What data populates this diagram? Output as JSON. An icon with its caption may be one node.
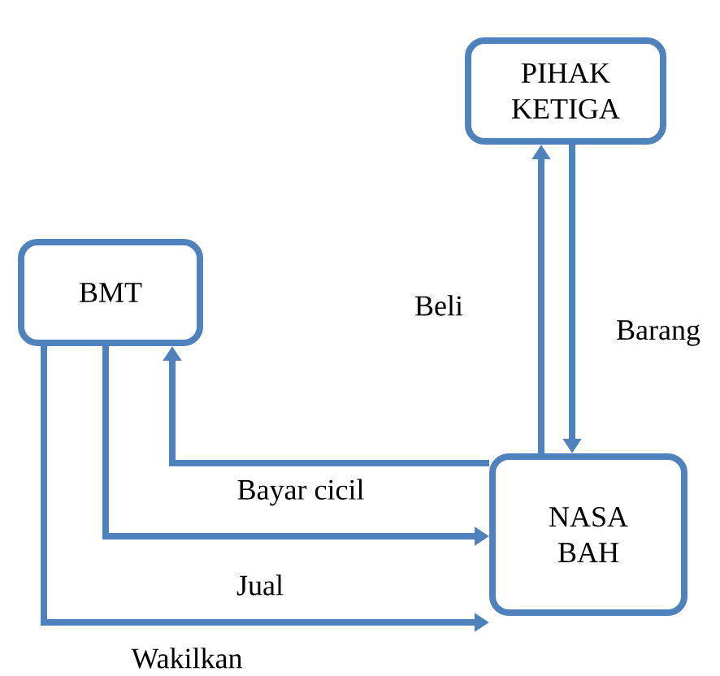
{
  "diagram": {
    "nodes": [
      {
        "text": [
          "PIHAK KETIGA"
        ]
      },
      {
        "text": [
          "BMT"
        ]
      },
      {
        "text": [
          "NASA BAH"
        ]
      }
    ],
    "edges": [
      {
        "from": 2,
        "to": 1,
        "arrow": "to",
        "label": "Bayar cicil"
      },
      {
        "from": 1,
        "to": 2,
        "arrow": "to",
        "label": "Jual"
      },
      {
        "from": 1,
        "to": 2,
        "arrow": "to",
        "label": "Wakilkan"
      },
      {
        "from": 2,
        "to": 0,
        "arrow": "to",
        "label": "Beli"
      },
      {
        "from": 0,
        "to": 2,
        "arrow": "to",
        "label": "Barang"
      }
    ]
  }
}
